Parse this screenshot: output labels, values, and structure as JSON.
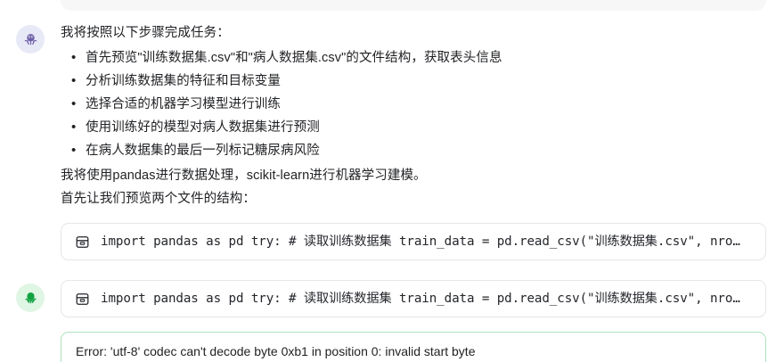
{
  "conversation": {
    "messages": [
      {
        "role": "assistant",
        "avatar_icon": "octopus-icon",
        "avatar_color": "#6d5fa8",
        "avatar_background": "#e8e9f7",
        "intro": "我将按照以下步骤完成任务：",
        "steps": [
          "首先预览\"训练数据集.csv\"和\"病人数据集.csv\"的文件结构，获取表头信息",
          "分析训练数据集的特征和目标变量",
          "选择合适的机器学习模型进行训练",
          "使用训练好的模型对病人数据集进行预测",
          "在病人数据集的最后一列标记糖尿病风险"
        ],
        "outro_lines": [
          "我将使用pandas进行数据处理，scikit-learn进行机器学习建模。",
          "首先让我们预览两个文件的结构："
        ],
        "code_card": {
          "icon": "archive-box-icon",
          "text": "import pandas as pd try: # 读取训练数据集 train_data = pd.read_csv(\"训练数据集.csv\", nro…"
        }
      },
      {
        "role": "tool",
        "avatar_icon": "octopus-icon",
        "avatar_color": "#12a343",
        "avatar_background": "#dff6e4",
        "code_card": {
          "icon": "archive-box-icon",
          "text": "import pandas as pd try: # 读取训练数据集 train_data = pd.read_csv(\"训练数据集.csv\", nro…"
        },
        "error_card": {
          "border_color": "#aee3bd",
          "text": "Error: 'utf-8' codec can't decode byte 0xb1 in position 0: invalid start byte"
        }
      }
    ]
  }
}
